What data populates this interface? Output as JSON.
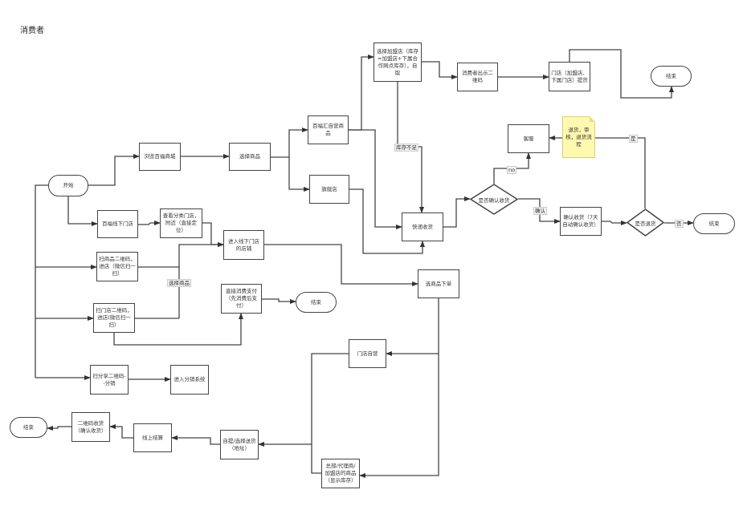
{
  "title": "消费者",
  "nodes": {
    "start": "开始",
    "browse_mall": "浏览百福商城",
    "select_goods": "选择商品",
    "self_run_goods": "百福汇自营商品",
    "flagship": "旗舰店",
    "select_franchise": "选择加盟店（库存=加盟店+下属合作网点库存），自取",
    "show_qr": "消费者出示二维码",
    "store_pickup": "门店（加盟店、下属门店）提货",
    "end_top": "结束",
    "customer_service": "客服",
    "return_note": "退货，审核，退货流程",
    "confirm_receipt_q": "是否确认收货",
    "confirm_receipt": "确认收货（7天自动确认收货）",
    "return_q": "是否退货",
    "end_right": "结束",
    "express": "快递收货",
    "offline_store": "百福线下门店",
    "view_stores": "查看分类门店，附近（直接定位）",
    "enter_store": "进入线下门店的店铺",
    "scan_goods_qr": "扫商品二维码，进店（微信扫一扫）",
    "scan_store_qr": "扫门店二维码，进店(微信扫一扫）",
    "direct_pay": "直接消费支付（先消费后支付）",
    "end_mid": "结束",
    "order": "选商品下单",
    "store_self": "门店自营",
    "scan_share_qr": "扫分享二维码--分销",
    "distribution": "进入分销系统",
    "end_left": "结束",
    "qr_receive": "二维码收货（确认收货）",
    "online_settle": "线上结算",
    "pickup_delivery": "自提/选择送货（地址）",
    "hq_goods": "总部/代理商/加盟店的商品（显示库存）"
  },
  "edge_labels": {
    "out_of_stock": "库存不足",
    "select_goods": "选择商品",
    "no": "no",
    "confirm": "确认",
    "yes": "是",
    "no_cn": "否"
  }
}
